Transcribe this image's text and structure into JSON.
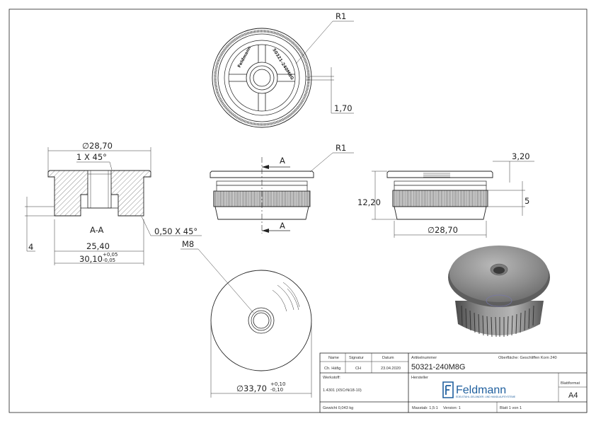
{
  "dimensions": {
    "r1_top": "R1",
    "d_170": "1,70",
    "d_2870_top": "28,70",
    "chamfer_1x45": "1 X 45°",
    "section_label": "A-A",
    "chamfer_050": "0,50 X 45°",
    "d_4": "4",
    "d_2540": "25,40",
    "d_3010": "30,10",
    "tol_3010_upper": "+0,05",
    "tol_3010_lower": "-0,05",
    "section_mark": "A",
    "r1_side": "R1",
    "d_320": "3,20",
    "d_1220": "12,20",
    "d_5": "5",
    "d_2870_side": "28,70",
    "m8": "M8",
    "d_3370": "33,70",
    "tol_3370_upper": "+0,10",
    "tol_3370_lower": "-0,10",
    "diameter_symbol": "∅"
  },
  "title_block": {
    "col_name": "Name",
    "col_signatur": "Signatur",
    "col_datum": "Datum",
    "name_value": "Ch. Häfig",
    "signatur_value": "CH",
    "datum_value": "23.04.2020",
    "artikel_label": "Artikelnummer",
    "artikel_value": "50321-240M8G",
    "oberflaeche": "Oberfläche: Geschliffen Korn 240",
    "werkstoff_label": "Werkstoff:",
    "werkstoff_value": "1.4301 (X5CrNi18-10)",
    "hersteller_label": "Hersteller",
    "logo_text": "Feldmann",
    "logo_subtitle": "EDELSTAHL-GELÄNDER- UND HANDLAUFSYSTEME",
    "blattformat_label": "Blattformat",
    "blattformat_value": "A4",
    "gewicht": "Gewicht 0,043 kg",
    "massstab": "Masstab: 1,5:1",
    "version": "Version: 1",
    "blatt": "Blatt 1 von 1"
  },
  "part_marking": {
    "brand": "Feldmann",
    "number": "50321-240M8G"
  }
}
